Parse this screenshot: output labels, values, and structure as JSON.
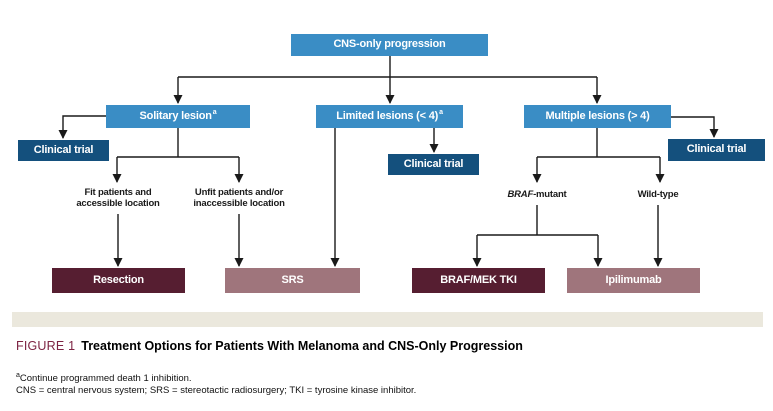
{
  "colors": {
    "node_blue": "#3a8dc5",
    "node_dark_blue": "#14507d",
    "node_dark_maroon": "#561e31",
    "node_mauve": "#9f757c",
    "caption_maroon": "#7d2443",
    "divider_beige": "#ebe8dd",
    "connector_black": "#1a1a1a"
  },
  "nodes": {
    "cns": {
      "label": "CNS-only progression"
    },
    "solitary": {
      "label": "Solitary lesion",
      "sup": "a"
    },
    "limited": {
      "label": "Limited lesions (< 4)",
      "sup": "a"
    },
    "multiple": {
      "label": "Multiple lesions (> 4)"
    },
    "clinical_trial_left": {
      "label": "Clinical trial"
    },
    "clinical_trial_mid": {
      "label": "Clinical trial"
    },
    "clinical_trial_right": {
      "label": "Clinical trial"
    },
    "fit": {
      "line1": "Fit patients and",
      "line2": "accessible location"
    },
    "unfit": {
      "line1": "Unfit patients and/or",
      "line2": "inaccessible location"
    },
    "braf_mutant": {
      "italic": "BRAF",
      "rest": "-mutant"
    },
    "wild_type": {
      "label": "Wild-type"
    },
    "resection": {
      "label": "Resection"
    },
    "srs": {
      "label": "SRS"
    },
    "braf_mek_tki": {
      "label": "BRAF/MEK TKI"
    },
    "ipilimumab": {
      "label": "Ipilimumab"
    }
  },
  "caption": {
    "figure_label": "FIGURE 1",
    "title": "Treatment Options for Patients With Melanoma and CNS-Only Progression"
  },
  "footnotes": {
    "note1_sup": "a",
    "note1": "Continue programmed death 1 inhibition.",
    "note2": "CNS = central nervous system; SRS = stereotactic radiosurgery; TKI = tyrosine kinase inhibitor."
  }
}
